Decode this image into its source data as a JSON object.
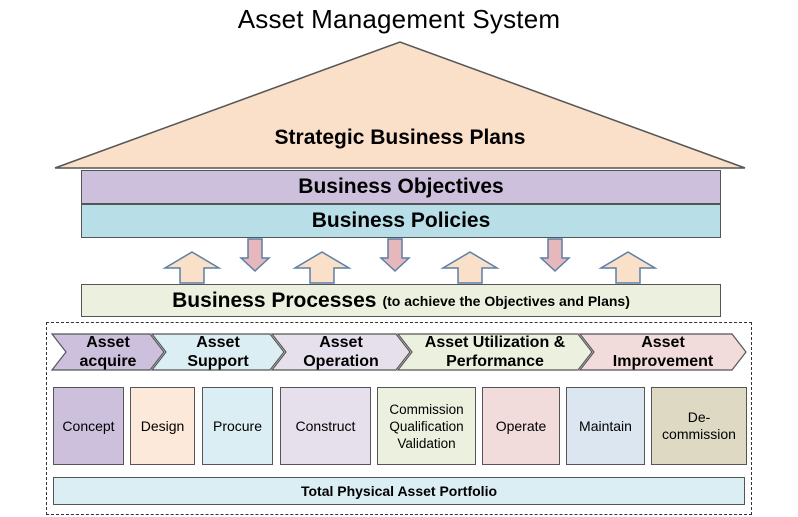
{
  "title": "Asset Management System",
  "roof": {
    "label": "Strategic Business Plans",
    "color": "#fadfc9"
  },
  "objectives": {
    "label": "Business Objectives",
    "color": "#cdc0dc"
  },
  "policies": {
    "label": "Business Policies",
    "color": "#b8dfe8"
  },
  "arrows": {
    "up_color": "#fadfc9",
    "down_color": "#e6b8bc",
    "directions": [
      "up",
      "down",
      "up",
      "down",
      "up",
      "down",
      "up"
    ]
  },
  "processes": {
    "label": "Business Processes",
    "sub_label": "(to achieve the Objectives and Plans)",
    "color": "#ebf1de"
  },
  "phases": [
    {
      "label": "Asset acquire",
      "color": "#cdc0dc"
    },
    {
      "label": "Asset Support",
      "color": "#dbeef3"
    },
    {
      "label": "Asset Operation",
      "color": "#e6e0ec"
    },
    {
      "label": "Asset Utilization & Performance",
      "color": "#ebf1de"
    },
    {
      "label": "Asset Improvement",
      "color": "#f2dcdb"
    }
  ],
  "stages": [
    {
      "label": "Concept",
      "color": "#cdc0dc"
    },
    {
      "label": "Design",
      "color": "#fde9d9"
    },
    {
      "label": "Procure",
      "color": "#dbeef3"
    },
    {
      "label": "Construct",
      "color": "#e6e0ec"
    },
    {
      "label": "Commission Qualification Validation",
      "color": "#ebf1de"
    },
    {
      "label": "Operate",
      "color": "#f2dcdb"
    },
    {
      "label": "Maintain",
      "color": "#dce6f1"
    },
    {
      "label": "De-commission",
      "color": "#ddd9c3"
    }
  ],
  "portfolio": {
    "label": "Total Physical Asset Portfolio",
    "color": "#dbeef3"
  }
}
